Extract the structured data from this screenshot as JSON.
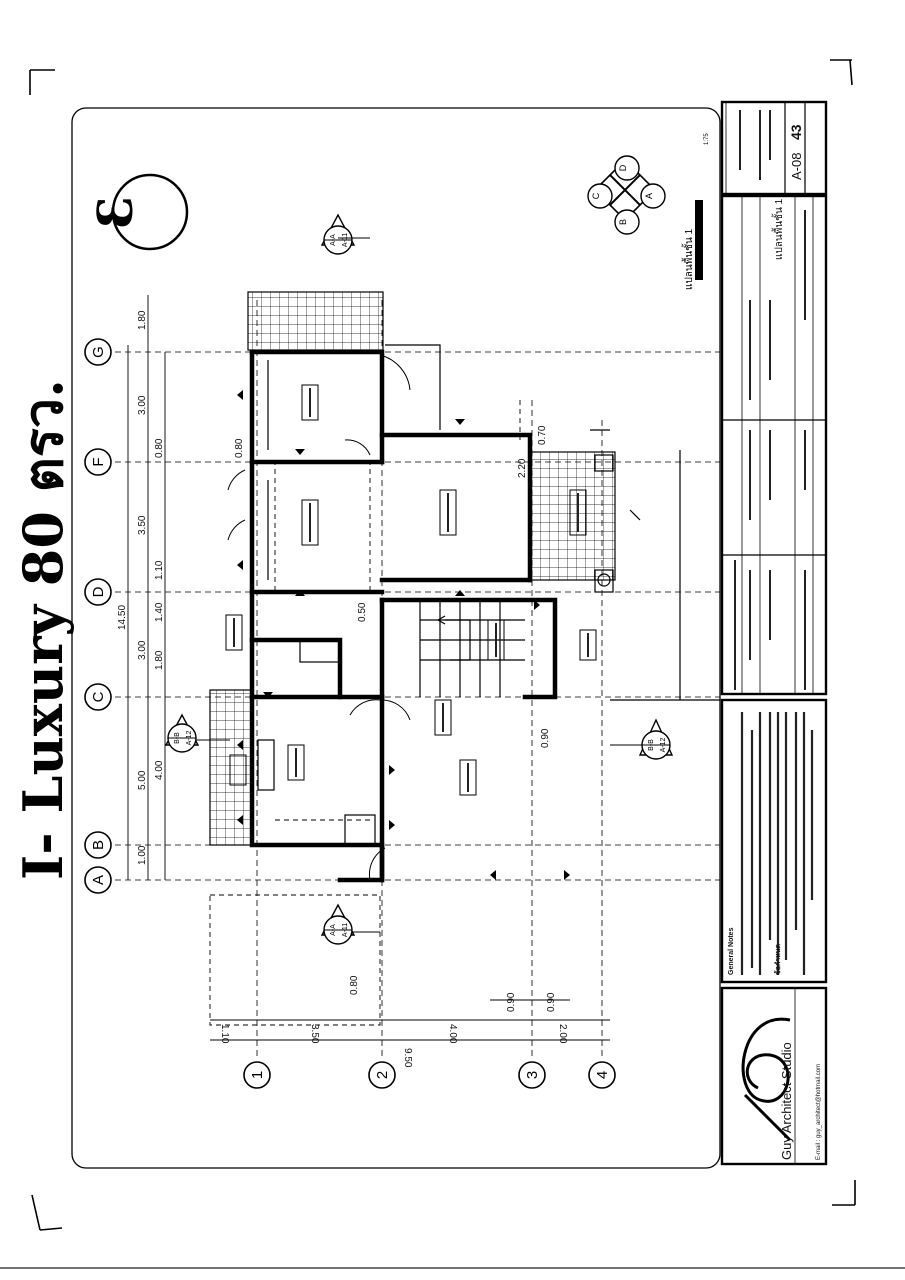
{
  "handwritten": {
    "title": "I- Luxury 80 ตรว.",
    "sheet_number_circled": "3"
  },
  "grid": {
    "letters": [
      "A",
      "B",
      "C",
      "D",
      "F",
      "G"
    ],
    "numbers": [
      "1",
      "2",
      "3",
      "4"
    ]
  },
  "dimensions": {
    "overall_horizontal": "14.50",
    "horizontal_outer": [
      "1.00",
      "5.00",
      "3.00",
      "3.50",
      "3.00",
      "1.80"
    ],
    "horizontal_inner": [
      "4.00",
      "1.80",
      "1.40",
      "1.10",
      "0.80"
    ],
    "vertical_outer": "9.50",
    "vertical_inner": [
      "1.10",
      "3.50",
      "4.00",
      "2.00"
    ],
    "small": [
      "0.80",
      "0.90",
      "0.90",
      "0.90",
      "0.50",
      "0.70",
      "2.20",
      "0.80"
    ]
  },
  "sections": {
    "aa": {
      "label": "A-A",
      "ref": "A-11"
    },
    "bb": {
      "label": "B-B",
      "ref": "A-12"
    },
    "key_c": "C",
    "key_d": "D",
    "key_b": "B",
    "key_a": "A"
  },
  "plan": {
    "title": "แปลนพื้นชั้น 1",
    "scale": "1:75"
  },
  "title_block": {
    "drawing_title": "แปลนพื้นชั้น 1",
    "sheet_code": "A-08",
    "sheet_no": "43",
    "office": "Guy Architect Studio",
    "email": "E-mail : guy_architect@hotmail.com",
    "general_notes_heading": "General Notes",
    "notes_heading": "ข้อกำหนด"
  }
}
